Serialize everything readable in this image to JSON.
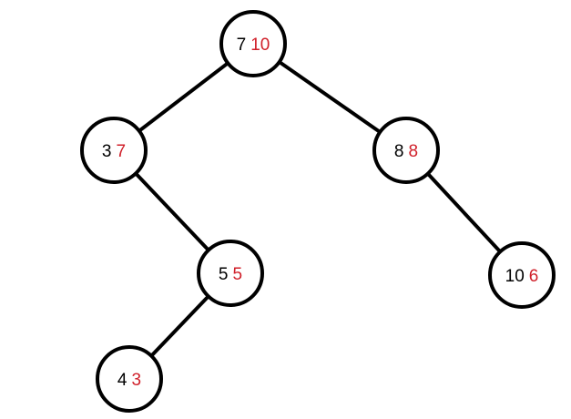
{
  "colors": {
    "key": "#000000",
    "value": "#d0202a"
  },
  "nodes": [
    {
      "id": "n7",
      "key": "7",
      "value": "10"
    },
    {
      "id": "n3",
      "key": "3",
      "value": "7"
    },
    {
      "id": "n8",
      "key": "8",
      "value": "8"
    },
    {
      "id": "n5",
      "key": "5",
      "value": "5"
    },
    {
      "id": "n10",
      "key": "10",
      "value": "6"
    },
    {
      "id": "n4",
      "key": "4",
      "value": "3"
    }
  ],
  "edges": [
    {
      "from": "n7",
      "to": "n3"
    },
    {
      "from": "n7",
      "to": "n8"
    },
    {
      "from": "n3",
      "to": "n5"
    },
    {
      "from": "n8",
      "to": "n10"
    },
    {
      "from": "n5",
      "to": "n4"
    }
  ]
}
